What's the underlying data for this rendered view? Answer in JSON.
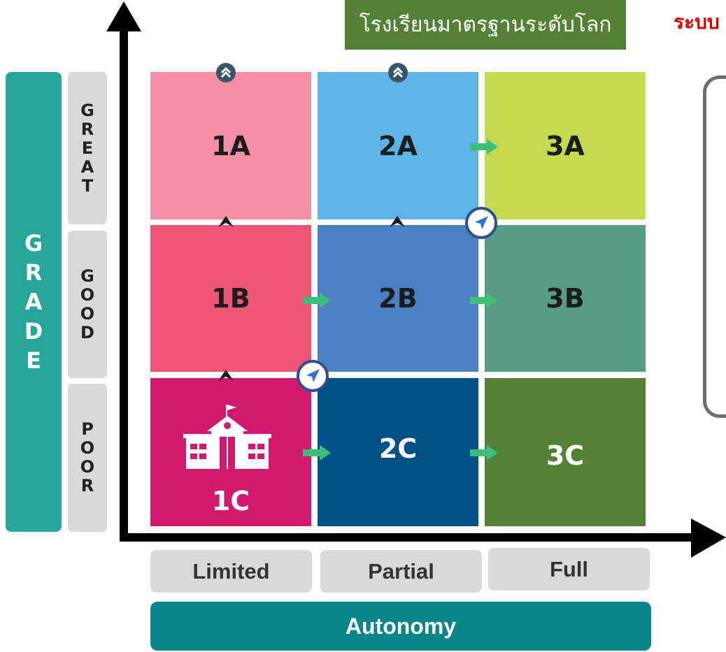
{
  "banner": {
    "text": "โรงเรียนมาตรฐานระดับโลก",
    "color": "#548235"
  },
  "corner_text": "ระบบ",
  "y_axis": {
    "title": "GRADE",
    "levels": [
      "GREAT",
      "GOOD",
      "POOR"
    ]
  },
  "x_axis": {
    "title": "Autonomy",
    "levels": [
      "Limited",
      "Partial",
      "Full"
    ]
  },
  "cells": [
    {
      "label": "1A",
      "color": "#f48fa4"
    },
    {
      "label": "2A",
      "color": "#5db3e6"
    },
    {
      "label": "3A",
      "color": "#c5d94f"
    },
    {
      "label": "1B",
      "color": "#ef5675"
    },
    {
      "label": "2B",
      "color": "#4a81c4"
    },
    {
      "label": "3B",
      "color": "#579c84"
    },
    {
      "label": "1C",
      "color": "#d2196e"
    },
    {
      "label": "2C",
      "color": "#015189"
    },
    {
      "label": "3C",
      "color": "#548235"
    }
  ],
  "icons": {
    "right_arrow": "right-arrow-icon",
    "up_chevron": "chevron-up-icon",
    "double_up": "double-chevron-up-icon",
    "navigation": "navigation-icon",
    "school": "school-building-icon"
  }
}
